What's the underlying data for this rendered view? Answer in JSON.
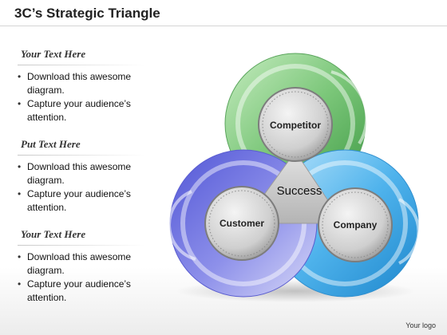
{
  "slide": {
    "title": "3C’s Strategic Triangle",
    "logo_text": "Your logo"
  },
  "sections": [
    {
      "heading": "Your Text Here",
      "bullets": [
        "Download this awesome diagram.",
        "Capture your audience’s attention."
      ]
    },
    {
      "heading": "Put Text Here",
      "bullets": [
        "Download this awesome diagram.",
        "Capture your audience’s attention."
      ]
    },
    {
      "heading": "Your Text Here",
      "bullets": [
        "Download this awesome diagram.",
        "Capture your audience’s attention."
      ]
    }
  ],
  "diagram": {
    "center_label": "Success",
    "nodes": [
      {
        "label": "Competitor",
        "color": "#7cc77a"
      },
      {
        "label": "Customer",
        "color": "#6b6fe0"
      },
      {
        "label": "Company",
        "color": "#4fb3ec"
      }
    ],
    "hub_color": "#c9c9c9"
  }
}
